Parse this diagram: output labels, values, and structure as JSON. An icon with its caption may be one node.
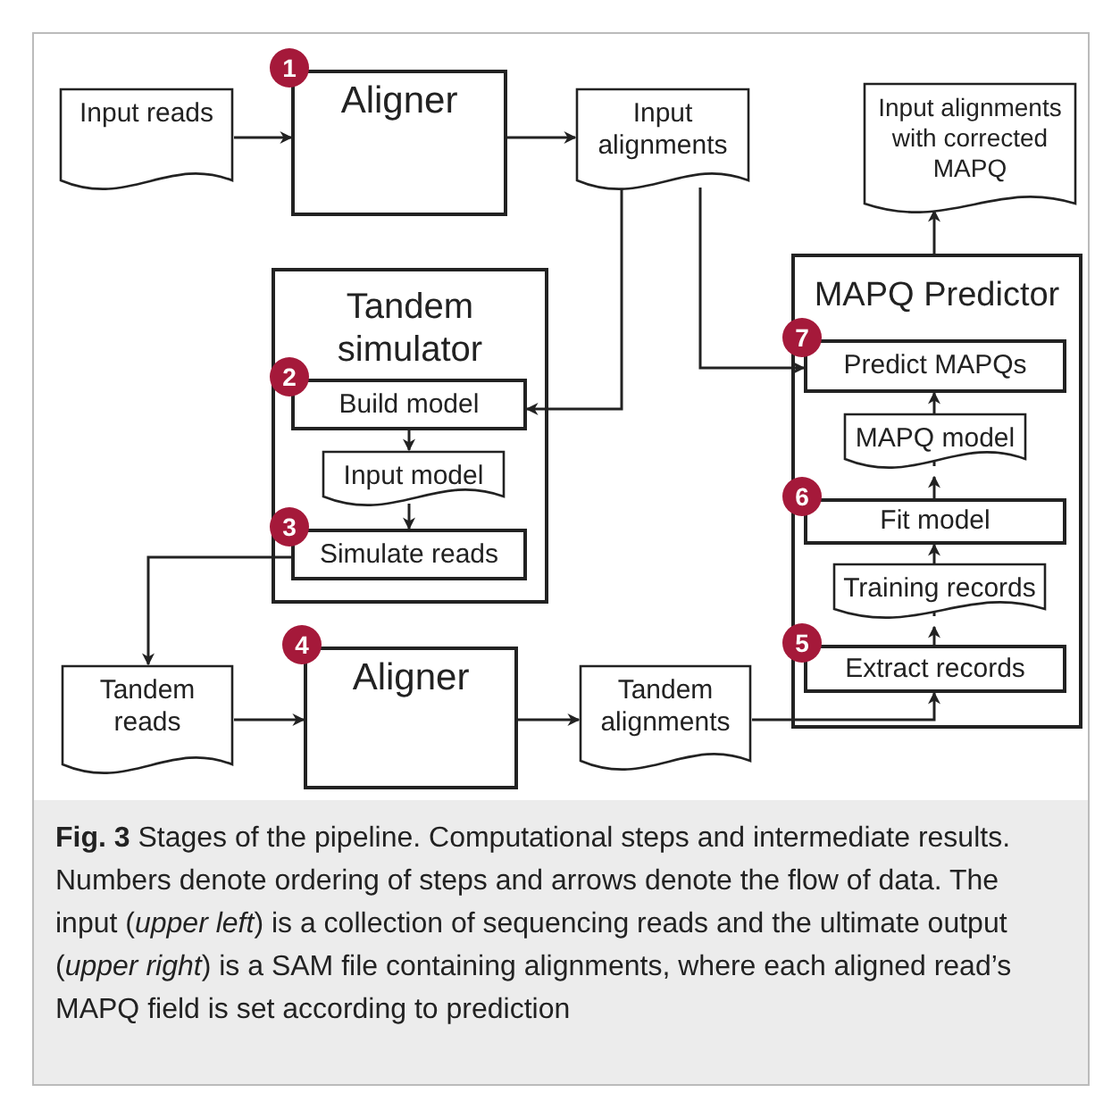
{
  "diagram": {
    "nodes": [
      {
        "text": [
          "Input reads"
        ]
      },
      {
        "text": [
          "Aligner"
        ],
        "beside": [
          "1"
        ]
      },
      {
        "text": [
          "Input alignments"
        ]
      },
      {
        "text": [
          "Input alignments with corrected MAPQ"
        ]
      },
      {
        "text": [
          "Tandem simulator"
        ]
      },
      {
        "text": [
          "Build model"
        ],
        "in": 4,
        "beside": [
          "2"
        ]
      },
      {
        "text": [
          "Input model"
        ],
        "in": 4
      },
      {
        "text": [
          "Simulate reads"
        ],
        "in": 4,
        "beside": [
          "3"
        ]
      },
      {
        "text": [
          "MAPQ Predictor"
        ]
      },
      {
        "text": [
          "Predict MAPQs"
        ],
        "in": 8,
        "beside": [
          "7"
        ]
      },
      {
        "text": [
          "MAPQ model"
        ],
        "in": 8
      },
      {
        "text": [
          "Fit model"
        ],
        "in": 8,
        "beside": [
          "6"
        ]
      },
      {
        "text": [
          "Training records"
        ],
        "in": 8
      },
      {
        "text": [
          "Extract records"
        ],
        "in": 8,
        "beside": [
          "5"
        ]
      },
      {
        "text": [
          "Tandem reads"
        ]
      },
      {
        "text": [
          "Aligner"
        ],
        "beside": [
          "4"
        ]
      },
      {
        "text": [
          "Tandem alignments"
        ]
      }
    ],
    "edges": [
      {
        "from": 0,
        "to": 1,
        "arrow": "to"
      },
      {
        "from": 1,
        "to": 2,
        "arrow": "to"
      },
      {
        "from": 2,
        "to": 5,
        "arrow": "to"
      },
      {
        "from": 2,
        "to": 9,
        "arrow": "to"
      },
      {
        "from": 5,
        "to": 6,
        "arrow": "to"
      },
      {
        "from": 6,
        "to": 7,
        "arrow": "to"
      },
      {
        "from": 7,
        "to": 14,
        "arrow": "to"
      },
      {
        "from": 14,
        "to": 15,
        "arrow": "to"
      },
      {
        "from": 15,
        "to": 16,
        "arrow": "to"
      },
      {
        "from": 16,
        "to": 13,
        "arrow": "to"
      },
      {
        "from": 13,
        "to": 12,
        "arrow": "to"
      },
      {
        "from": 12,
        "to": 11,
        "arrow": "to"
      },
      {
        "from": 11,
        "to": 10,
        "arrow": "to"
      },
      {
        "from": 10,
        "to": 9,
        "arrow": "to"
      },
      {
        "from": 8,
        "to": 3,
        "arrow": "to"
      }
    ],
    "caption": "**Fig. 3** Stages of the pipeline. Computational steps and intermediate results. Numbers denote ordering of steps and arrows denote the flow of data. The input (*upper left*) is a collection of sequencing reads and the ultimate output (*upper right*) is a SAM file containing alignments, where each aligned read’s MAPQ field is set according to prediction"
  }
}
